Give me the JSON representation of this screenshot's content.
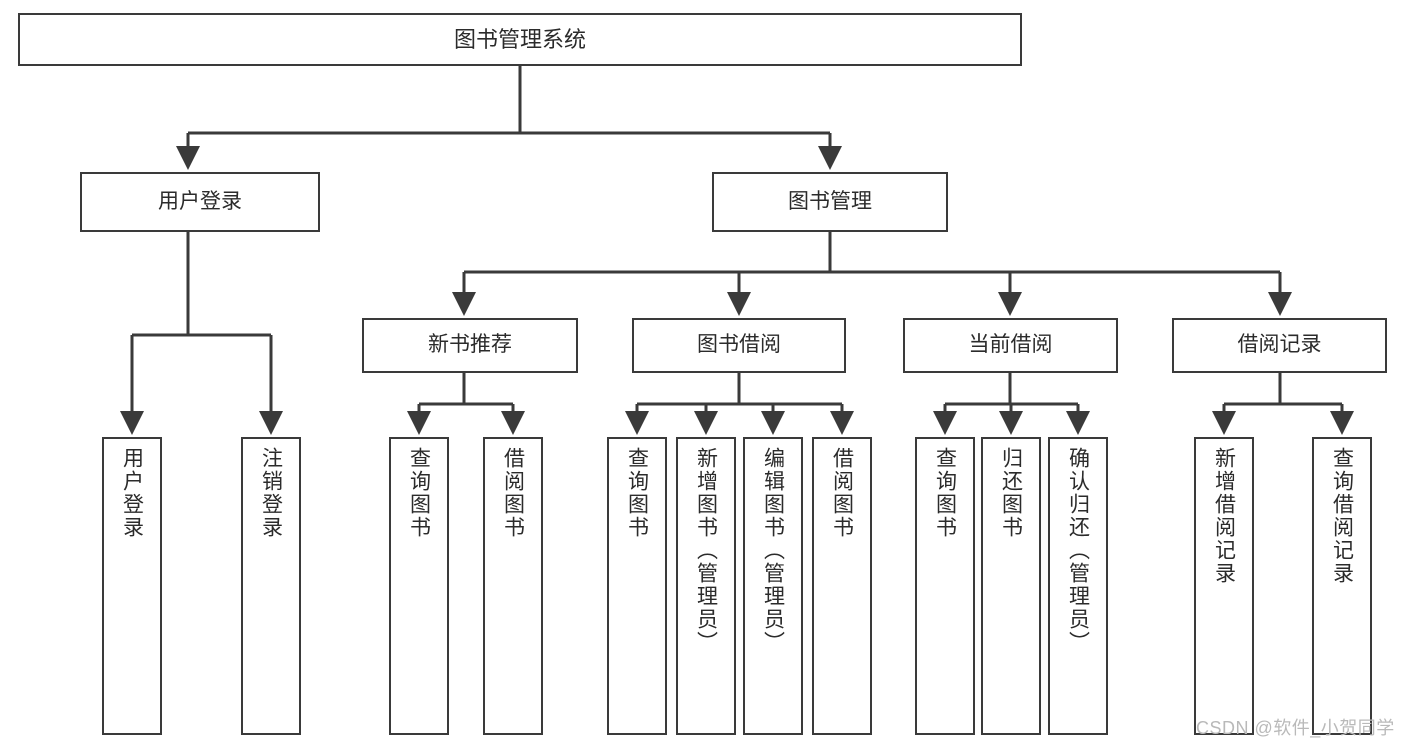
{
  "diagram": {
    "title": "图书管理系统",
    "type": "function-structure-tree",
    "colors": {
      "box_border": "#3a3a3a",
      "box_fill": "#ffffff",
      "line": "#3a3a3a",
      "text": "#2b2b2b",
      "watermark": "#b9b9b9",
      "background": "#ffffff"
    },
    "levels": {
      "root": {
        "label": "图书管理系统"
      },
      "level2": [
        {
          "id": "user-login",
          "label": "用户登录"
        },
        {
          "id": "book-manage",
          "label": "图书管理"
        }
      ],
      "level3": [
        {
          "id": "new-book-rec",
          "label": "新书推荐",
          "parent": "book-manage"
        },
        {
          "id": "book-borrow",
          "label": "图书借阅",
          "parent": "book-manage"
        },
        {
          "id": "current-borrow",
          "label": "当前借阅",
          "parent": "book-manage"
        },
        {
          "id": "borrow-record",
          "label": "借阅记录",
          "parent": "book-manage"
        }
      ],
      "leaves": [
        {
          "id": "leaf-1",
          "label": "用户登录",
          "parent": "user-login"
        },
        {
          "id": "leaf-2",
          "label": "注销登录",
          "parent": "user-login"
        },
        {
          "id": "leaf-3",
          "label": "查询图书",
          "parent": "new-book-rec"
        },
        {
          "id": "leaf-4",
          "label": "借阅图书",
          "parent": "new-book-rec"
        },
        {
          "id": "leaf-5",
          "label": "查询图书",
          "parent": "book-borrow"
        },
        {
          "id": "leaf-6",
          "label": "新增图书（管理员）",
          "parent": "book-borrow"
        },
        {
          "id": "leaf-7",
          "label": "编辑图书（管理员）",
          "parent": "book-borrow"
        },
        {
          "id": "leaf-8",
          "label": "借阅图书",
          "parent": "book-borrow"
        },
        {
          "id": "leaf-9",
          "label": "查询图书",
          "parent": "current-borrow"
        },
        {
          "id": "leaf-10",
          "label": "归还图书",
          "parent": "current-borrow"
        },
        {
          "id": "leaf-11",
          "label": "确认归还（管理员）",
          "parent": "current-borrow"
        },
        {
          "id": "leaf-12",
          "label": "新增借阅记录",
          "parent": "borrow-record"
        },
        {
          "id": "leaf-13",
          "label": "查询借阅记录",
          "parent": "borrow-record"
        }
      ]
    },
    "watermark": "CSDN @软件_小贺同学"
  }
}
